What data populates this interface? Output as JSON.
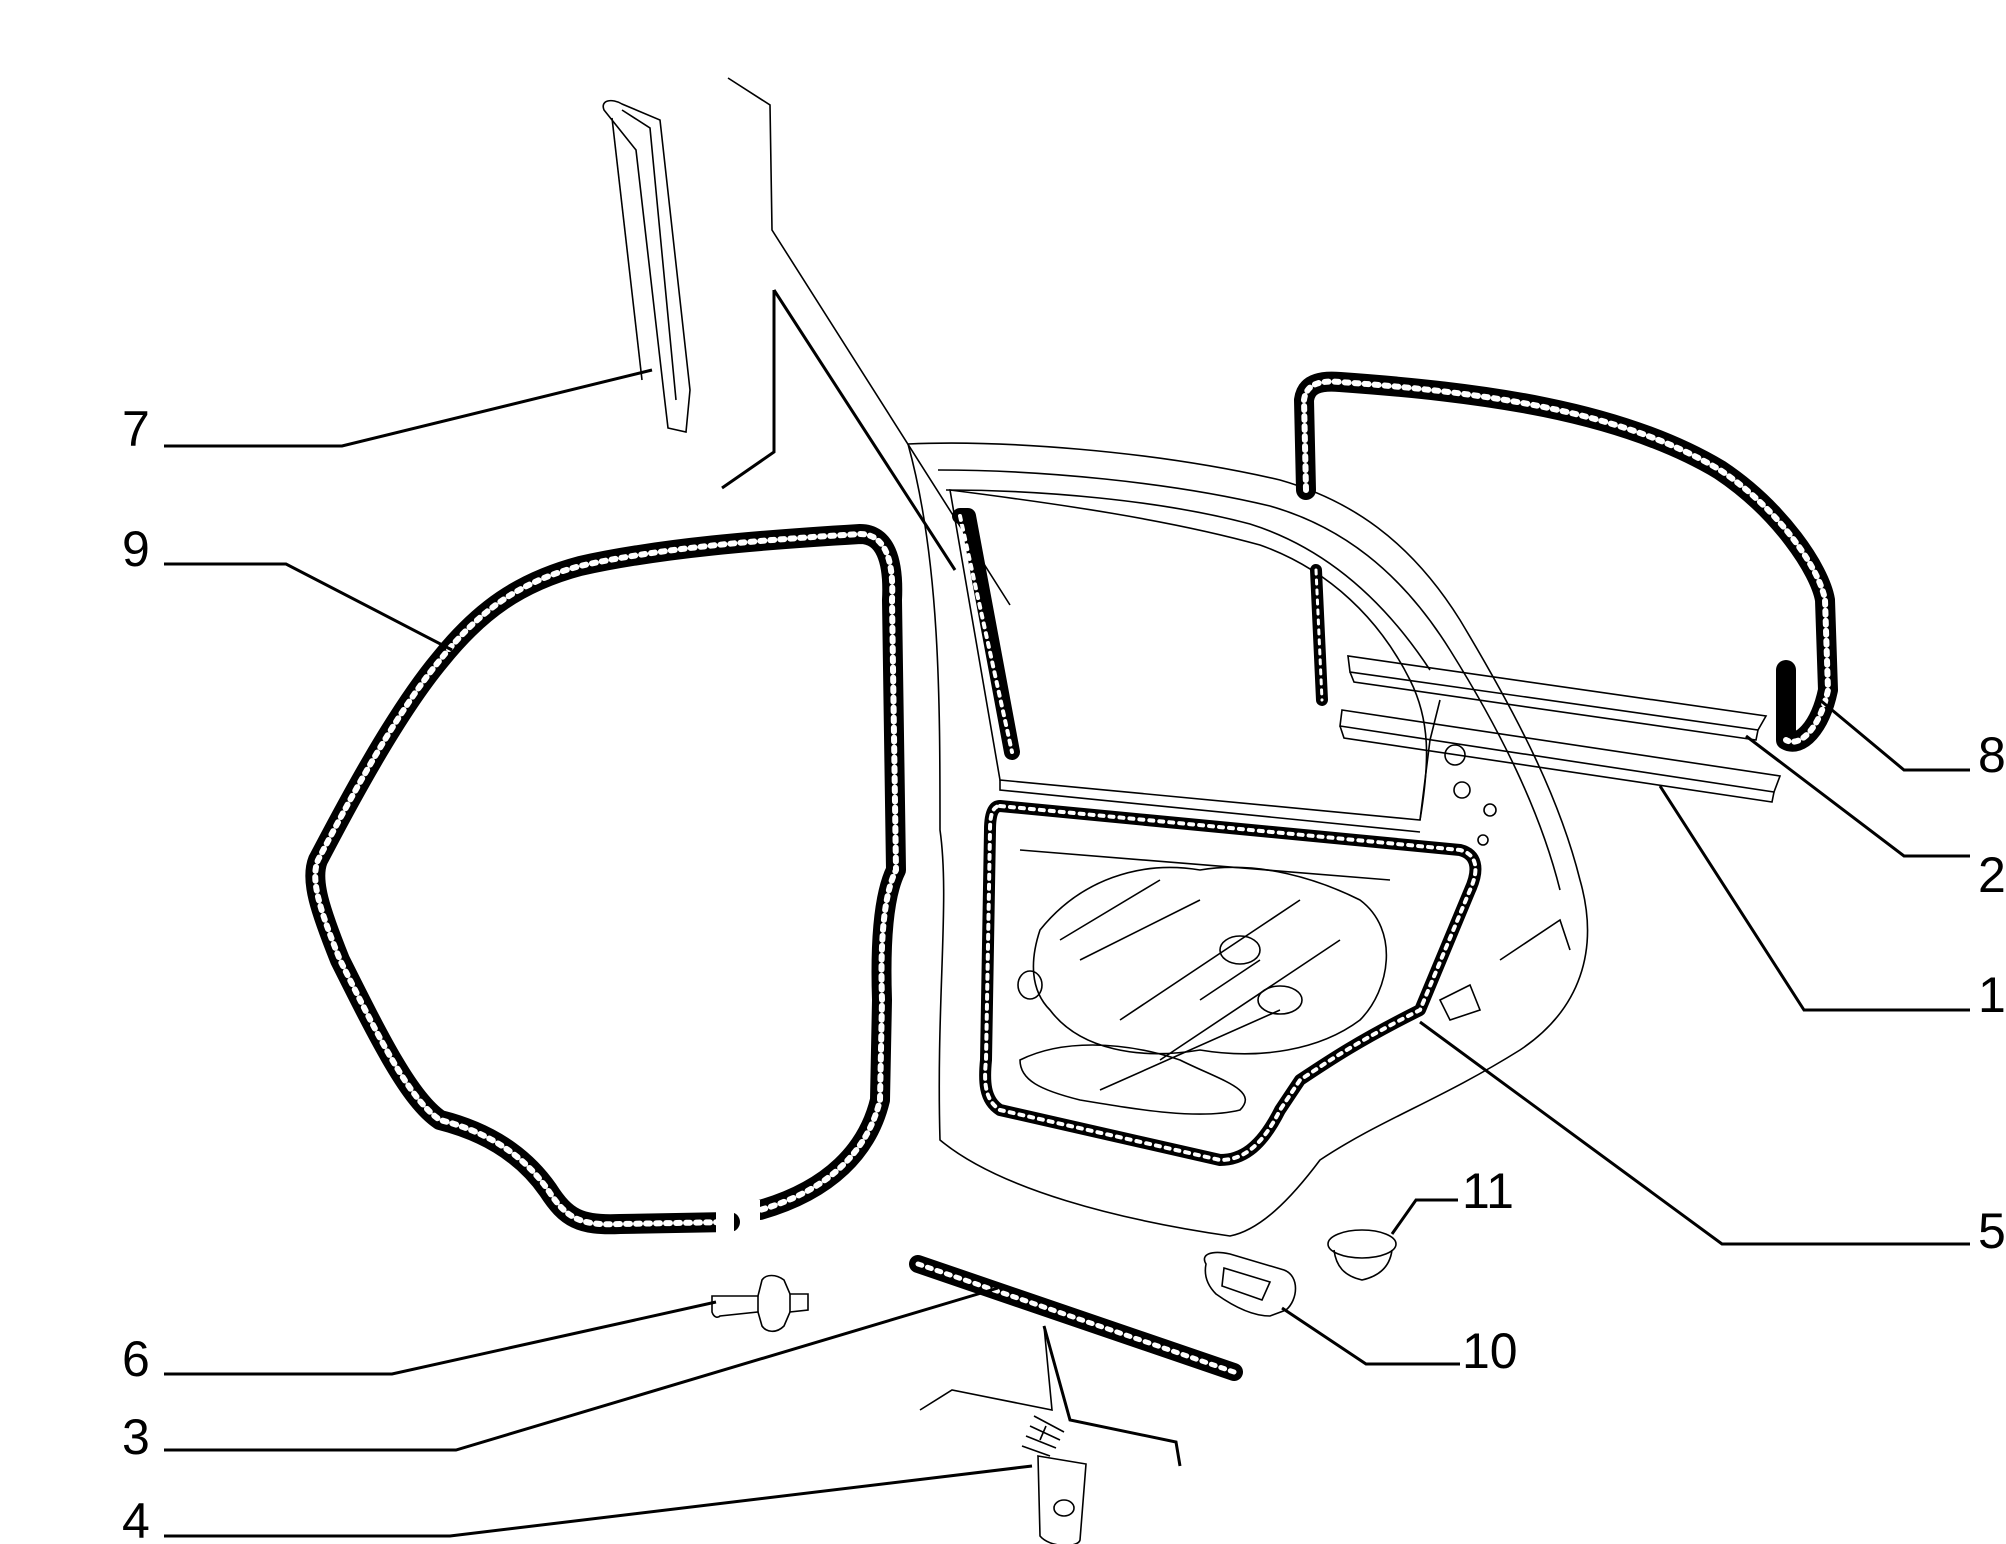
{
  "callouts": [
    {
      "id": "7",
      "label": "7"
    },
    {
      "id": "9",
      "label": "9"
    },
    {
      "id": "8",
      "label": "8"
    },
    {
      "id": "2",
      "label": "2"
    },
    {
      "id": "1",
      "label": "1"
    },
    {
      "id": "5",
      "label": "5"
    },
    {
      "id": "11",
      "label": "11"
    },
    {
      "id": "10",
      "label": "10"
    },
    {
      "id": "6",
      "label": "6"
    },
    {
      "id": "3",
      "label": "3"
    },
    {
      "id": "4",
      "label": "4"
    }
  ]
}
